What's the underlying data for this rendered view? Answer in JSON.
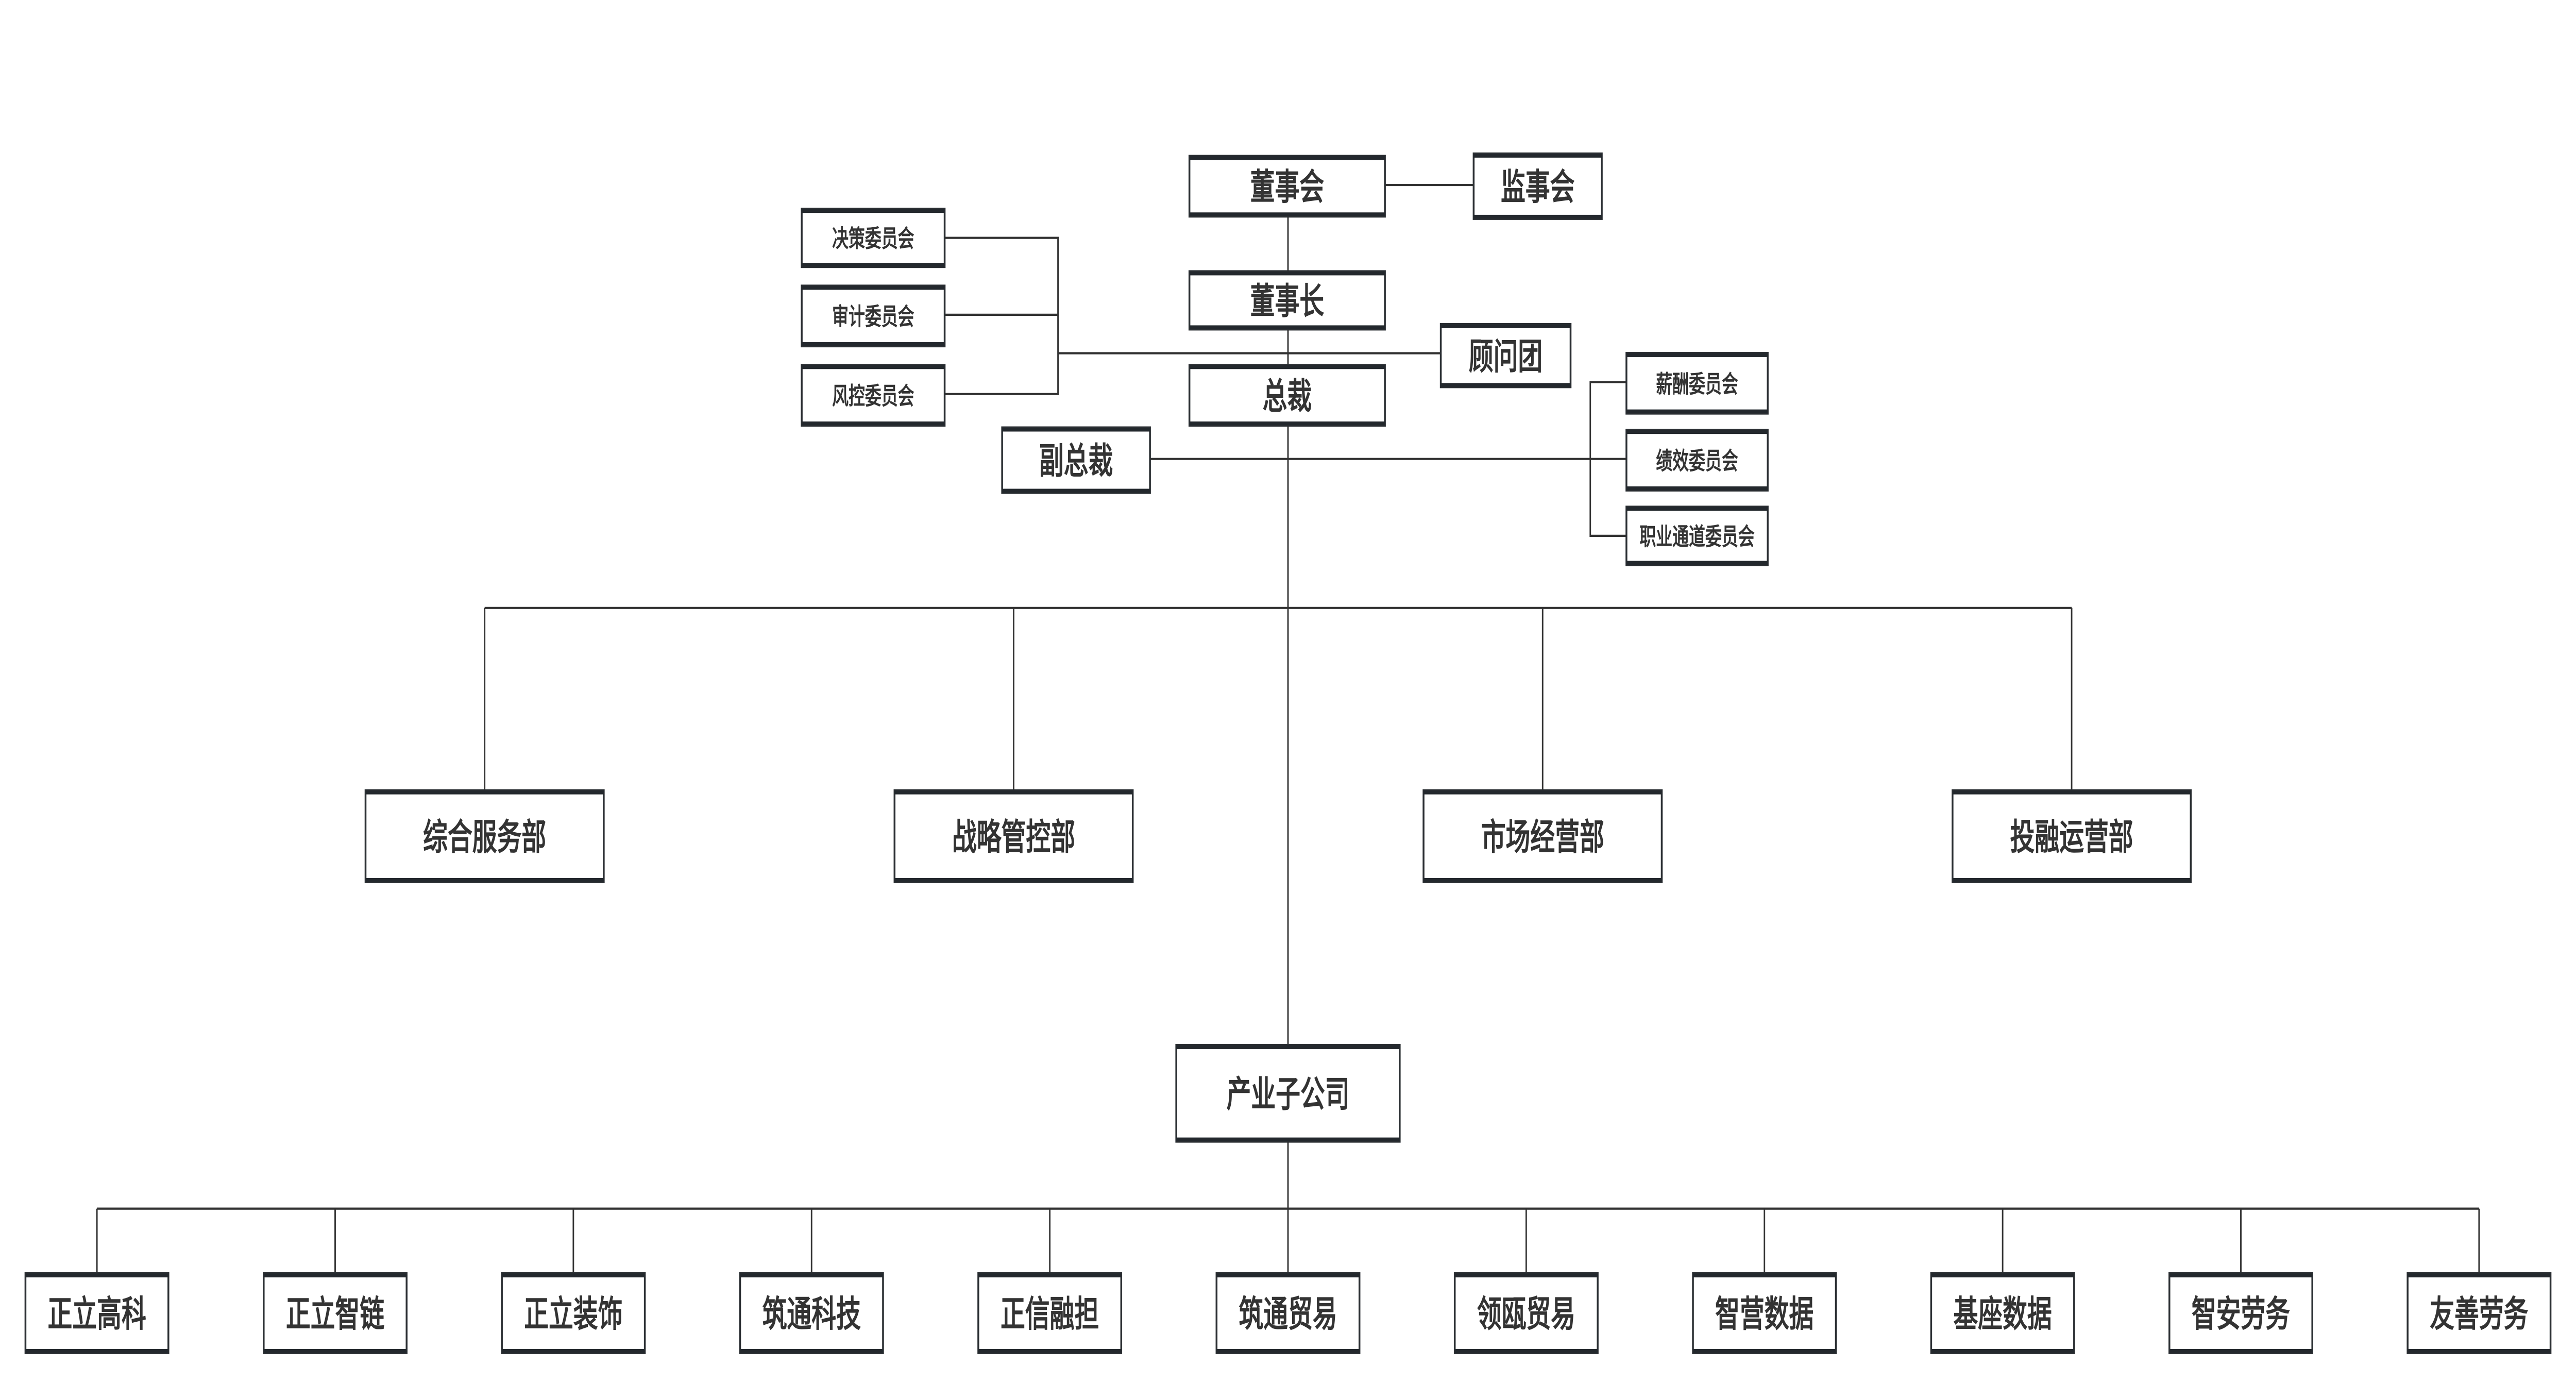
{
  "org_chart": {
    "board": "董事会",
    "supervisory_board": "监事会",
    "chairman": "董事长",
    "advisory_group": "顾问团",
    "president": "总裁",
    "vice_president": "副总裁",
    "board_committees": [
      "决策委员会",
      "审计委员会",
      "风控委员会"
    ],
    "president_committees": [
      "薪酬委员会",
      "绩效委员会",
      "职业通道委员会"
    ],
    "departments": [
      "综合服务部",
      "战略管控部",
      "市场经营部",
      "投融运营部"
    ],
    "subsidiary_group": "产业子公司",
    "subsidiaries": [
      "正立高科",
      "正立智链",
      "正立装饰",
      "筑通科技",
      "正信融担",
      "筑通贸易",
      "领瓯贸易",
      "智营数据",
      "基座数据",
      "智安劳务",
      "友善劳务"
    ]
  }
}
